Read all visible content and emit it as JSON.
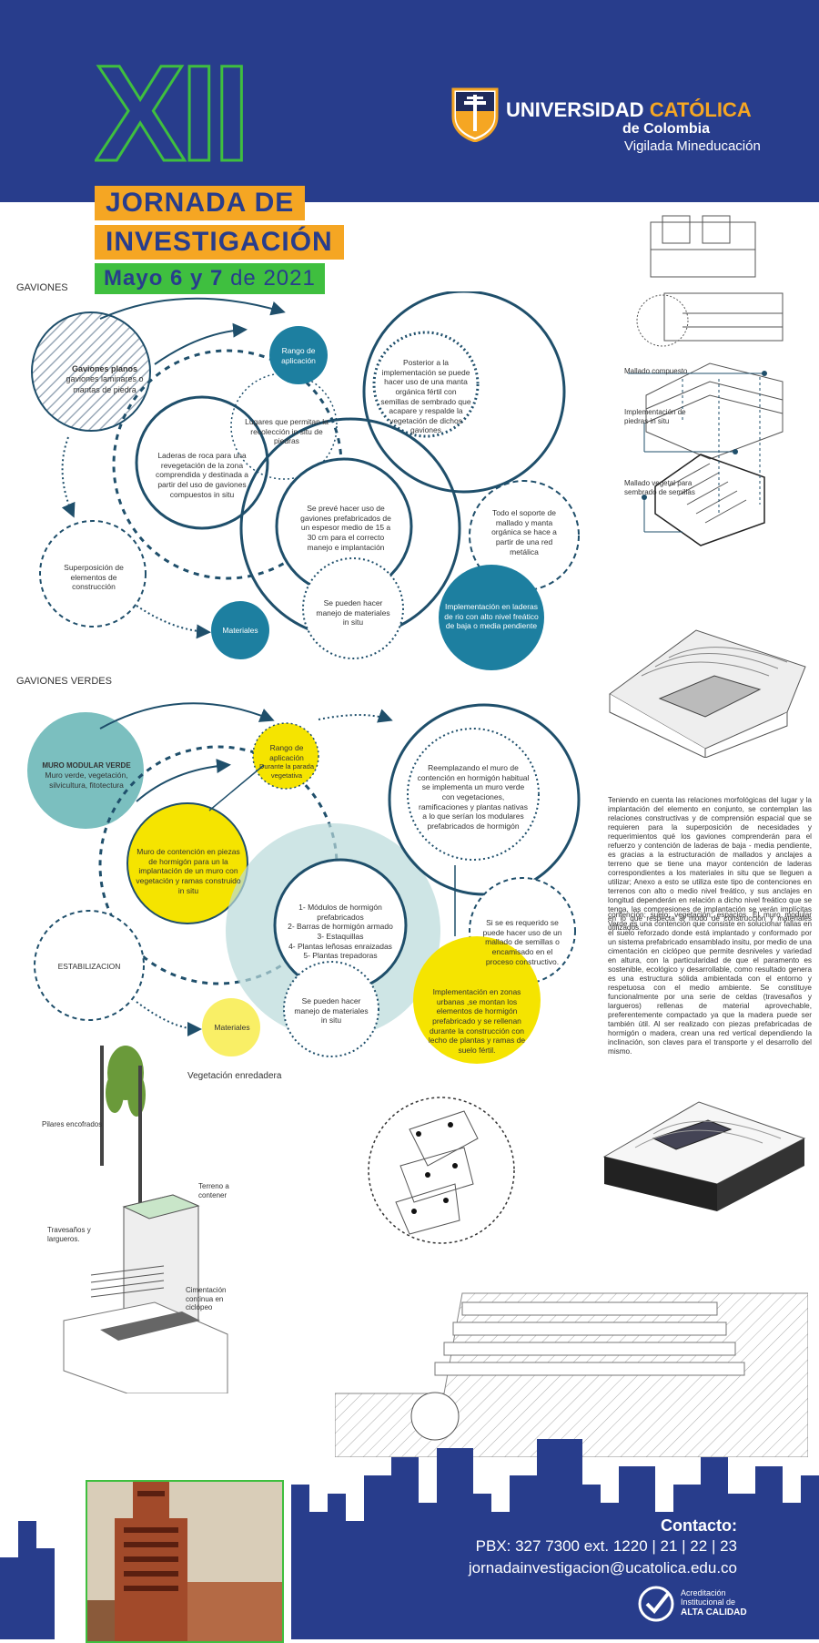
{
  "header": {
    "edition": "XII",
    "title_line1": "JORNADA DE",
    "title_line2": "INVESTIGACIÓN",
    "date_bold": "Mayo 6 y 7",
    "date_rest": " de 2021",
    "university_part1": "UNIVERSIDAD ",
    "university_part2": "CATÓLICA",
    "university_sub": "de Colombia",
    "vigilada": "Vigilada Mineducación"
  },
  "colors": {
    "navy": "#283d8c",
    "orange": "#f5a623",
    "green": "#3fbf3f",
    "teal": "#1d7fa0",
    "dark_teal": "#1f4f6b",
    "yellow": "#f5e400",
    "mint": "#7bbfbf"
  },
  "gaviones": {
    "section_title": "GAVIONES",
    "c_planos_title": "Gaviones planos",
    "c_planos_text": "gaviones laminares o mantas de piedra",
    "rango": "Rango de aplicación",
    "lugares": "Lugares que permitan la recolección in situ de piedras",
    "laderas": "Laderas de roca para una revegetación de la zona comprendida y destinada a partir del uso de gaviones compuestos in situ",
    "posterior": "Posterior a la implementación se puede hacer uso de una manta orgánica fértil con semillas de sembrado que acapare y respalde la vegetación de dichos gaviones",
    "preve": "Se prevé hacer uso de gaviones prefabricados de un espesor medio de 15 a 30 cm para el correcto manejo e implantación",
    "soporte": "Todo el soporte de mallado y manta orgánica se hace a partir de una red metálica",
    "superposicion": "Superposición de elementos de construcción",
    "manejo": "Se pueden hacer manejo de materiales in situ",
    "materiales": "Materiales",
    "implementacion": "Implementación en laderas de rio con alto nivel freático de baja o media pendiente",
    "lbl_mallado": "Mallado compuesto",
    "lbl_impl": "Implementación de piedras in situ",
    "lbl_vegetal": "Mallado vegetal para sembrado de semillas"
  },
  "verdes": {
    "section_title": "GAVIONES VERDES",
    "muro_title": "MURO MODULAR VERDE",
    "muro_text": "Muro verde, vegetación, silvicultura, fitotectura",
    "rango": "Rango de aplicación",
    "rango_sub": "Durante la parada vegetativa",
    "muro_cont": "Muro de contención en piezas de hormigón para un la implantación de un muro con vegetación y ramas construido in situ",
    "reemplazando": "Reemplazando el muro de contención en hormigón habitual se implementa un muro verde con vegetaciones, ramificaciones y plantas nativas a lo que serían los modulares prefabricados de hormigón",
    "modulos": "1- Módulos de hormigón prefabricados\n2- Barras de hormigón armado\n3- Estaquillas\n4- Plantas leñosas enraizadas\n5- Plantas trepadoras",
    "requerido": "Si se es requerido se puede hacer uso de un mallado de semillas o encamisado en el proceso constructivo.",
    "estabilizacion": "ESTABILIZACION",
    "manejo": "Se pueden hacer manejo de materiales in situ",
    "materiales": "Materiales",
    "urbanas": "Implementación en zonas urbanas ,se montan los elementos de hormigón prefabricado y se rellenan durante la construcción con lecho de plantas y ramas de suelo fértil."
  },
  "text_block": {
    "p1": "Teniendo en cuenta las relaciones morfológicas del lugar y la implantación del elemento en conjunto, se contemplan las relaciones constructivas y de comprensión espacial que se requieren para la superposición de necesidades y requerimientos qué los gaviones comprenderán para el refuerzo y contención de laderas de baja - media pendiente, es gracias a la estructuración de mallados y anclajes a terreno que se tiene una mayor contención de laderas correspondientes a los materiales in situ que se lleguen a utilizar; Anexo a esto se utiliza este tipo de contenciones en terrenos con alto o medio nivel freático, y sus anclajes en longitud dependerán en relación a dicho nivel freático que se tenga, las compresiones de implantación se verán implícitas en lo que respecta al modo de construcción y materiales utilizados.",
    "p2": "contención; suelo; vegetación; espacios. El muro modular Verde es una contención que consiste en solucionar fallas en el suelo reforzado donde está implantado y conformado por un sistema prefabricado ensamblado insitu, por medio de una cimentación en ciclópeo que permite desniveles y variedad en altura, con la particularidad de que el paramento es sostenible, ecológico y desarrollable, como resultado genera es una estructura sólida ambientada con el entorno y respetuosa con el medio ambiente. Se constituye funcionalmente por una serie de celdas (travesaños y largueros) rellenas de material aprovechable, preferentemente compactado ya que la madera puede ser también útil. Al ser realizado con piezas prefabricadas de hormigón o madera, crean una red vertical dependiendo la inclinación, son claves para el transporte y el desarrollo del mismo."
  },
  "labels": {
    "vegetacion": "Vegetación enredadera",
    "pilares": "Pilares encofrados",
    "terreno": "Terreno a contener",
    "travesanos": "Travesaños y largueros.",
    "cimentacion": "Cimentación continua en ciclópeo"
  },
  "footer": {
    "contacto": "Contacto:",
    "pbx": "PBX: 327 7300 ext. 1220 | 21 | 22 | 23",
    "email": "jornadainvestigacion@ucatolica.edu.co",
    "acred1": "Acreditación",
    "acred2": "Institucional de",
    "acred3": "ALTA CALIDAD"
  }
}
